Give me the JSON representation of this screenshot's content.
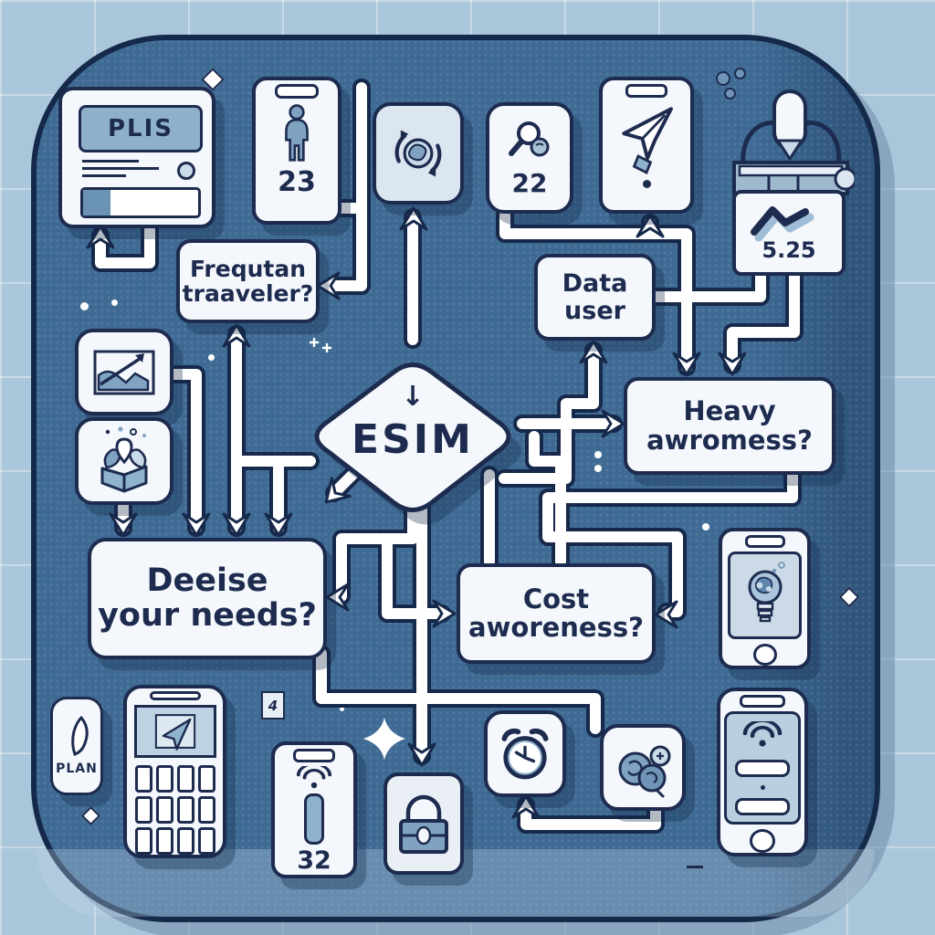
{
  "illustration": {
    "theme": "eSIM decision flowchart illustration",
    "colors": {
      "background": "#AAC6DA",
      "panel": "#3E6A94",
      "panel_border": "#152A4A",
      "card": "#F4F7FB",
      "ink": "#1D2B4F",
      "accent_blue": "#7FA3C0",
      "light_blue": "#C9DBE9"
    }
  },
  "nodes": {
    "plis_card": {
      "title": "PLIS"
    },
    "person_phone": {
      "value": "23"
    },
    "key_tile": {
      "value": "22"
    },
    "bag": {
      "value": "5.25"
    },
    "frequent_traveler_box": {
      "line1": "Frequtan",
      "line2": "traaveler?"
    },
    "data_user_box": {
      "line1": "Data",
      "line2": "user"
    },
    "esim_node": {
      "arrow": "↓",
      "label": "ESIM"
    },
    "heavy_box": {
      "line1": "Heavy",
      "line2": "awromess?"
    },
    "decide_box": {
      "line1": "Deeise",
      "line2": "your needs?"
    },
    "cost_box": {
      "line1": "Cost",
      "line2": "aworeness?"
    },
    "plan_tag": {
      "label": "PLAN"
    },
    "wifi_phone_32": {
      "value": "32"
    },
    "floor_badge": {
      "value": "4"
    }
  },
  "icons": {
    "person": "person-icon",
    "globe_sync": "globe-sync-icon",
    "key_search": "key-search-icon",
    "airplane": "airplane-icon",
    "trend_line": "trend-line-icon",
    "growth_chart": "growth-chart-icon",
    "box_sprout": "box-sprout-icon",
    "leaf": "leaf-icon",
    "keypad": "calculator-keypad-icon",
    "wifi": "wifi-icon",
    "lock": "lock-icon",
    "alarm_clock": "alarm-clock-icon",
    "coins": "coins-icon",
    "bulb_skull": "bulb-skull-icon"
  }
}
